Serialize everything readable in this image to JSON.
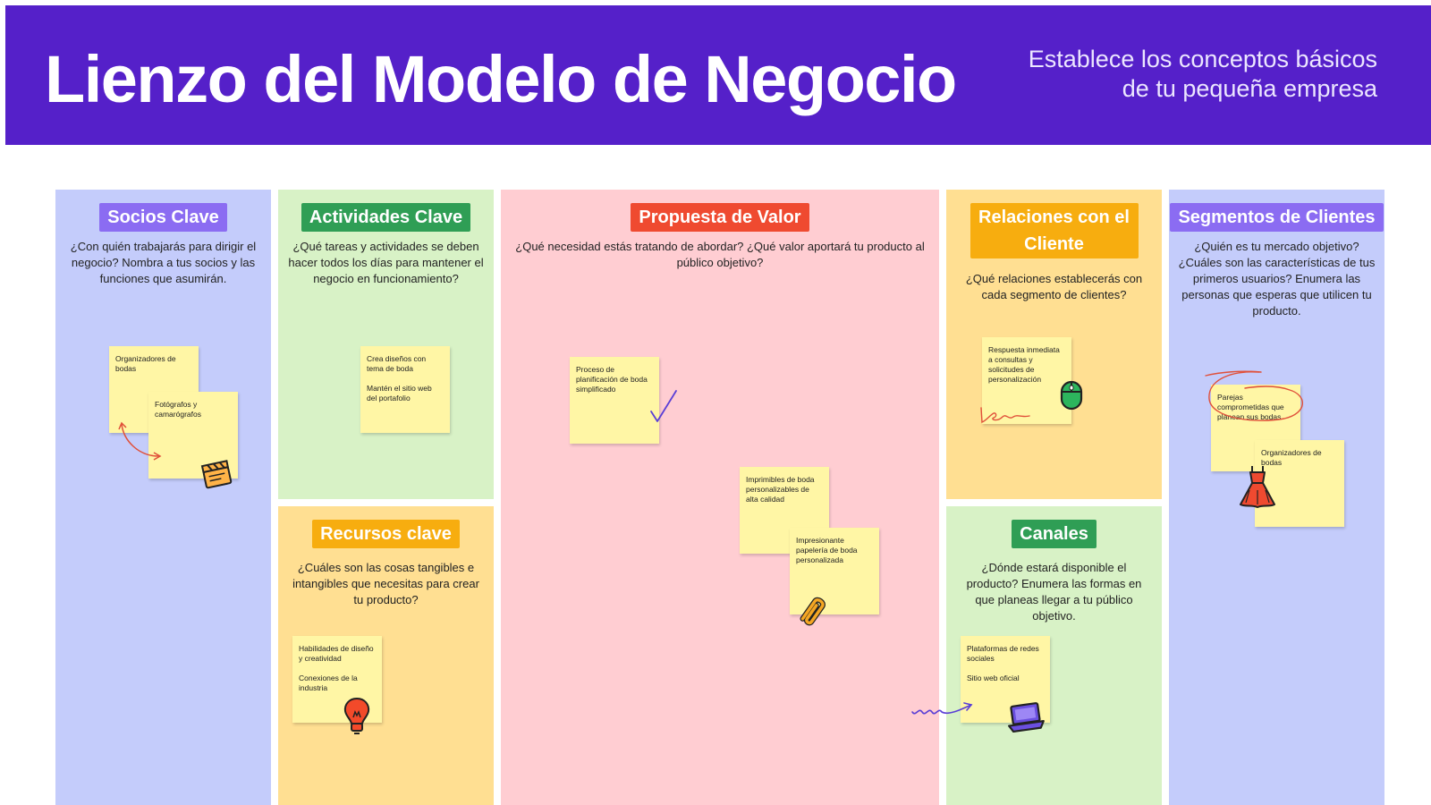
{
  "header": {
    "title": "Lienzo del Modelo de Negocio",
    "subtitle_line1": "Establece los conceptos básicos",
    "subtitle_line2": "de tu pequeña empresa"
  },
  "sections": {
    "socios": {
      "title": "Socios Clave",
      "question": "¿Con quién trabajarás para dirigir el negocio? Nombra a tus socios y las funciones que asumirán.",
      "notes": [
        "Organizadores de bodas",
        "Fotógrafos y camarógrafos"
      ]
    },
    "actividades": {
      "title": "Actividades Clave",
      "question": "¿Qué tareas y actividades se deben hacer todos los días para mantener el negocio en funcionamiento?",
      "notes": [
        "Crea diseños con tema de boda",
        "Mantén el sitio web del portafolio"
      ]
    },
    "recursos": {
      "title": "Recursos clave",
      "question": "¿Cuáles son las cosas tangibles e intangibles que necesitas para crear tu producto?",
      "notes": [
        "Habilidades de diseño y creatividad",
        "Conexiones de la industria"
      ]
    },
    "propuesta": {
      "title": "Propuesta de Valor",
      "question": "¿Qué necesidad estás tratando de abordar? ¿Qué valor aportará tu producto al público objetivo?",
      "notes": [
        "Proceso de planificación de boda simplificado",
        "Imprimibles de boda personalizables de alta calidad",
        "Impresionante papelería de boda personalizada"
      ]
    },
    "relaciones": {
      "title": "Relaciones con el Cliente",
      "question": "¿Qué relaciones establecerás con cada segmento de clientes?",
      "notes": [
        "Respuesta inmediata a consultas y solicitudes de personalización"
      ]
    },
    "canales": {
      "title": "Canales",
      "question": "¿Dónde estará disponible el producto? Enumera las formas en que planeas llegar a tu público objetivo.",
      "notes": [
        "Plataformas de redes sociales",
        "Sitio web oficial"
      ]
    },
    "segmentos": {
      "title": "Segmentos de Clientes",
      "question": "¿Quién es tu mercado objetivo? ¿Cuáles son las características de tus primeros usuarios? Enumera las personas que esperas que utilicen tu producto.",
      "notes": [
        "Parejas comprometidas que planean sus bodas",
        "Organizadores de bodas"
      ]
    }
  },
  "colors": {
    "header": "#5520c9",
    "lavender": "#c4ccfb",
    "mint": "#d8f2c6",
    "amber": "#ffdf92",
    "pink": "#ffcdd2",
    "sticky": "#fff6a5"
  },
  "icons": [
    "clapperboard-icon",
    "lightbulb-icon",
    "checkmark-icon",
    "paperclip-icon",
    "mouse-icon",
    "laptop-icon",
    "dress-icon"
  ]
}
